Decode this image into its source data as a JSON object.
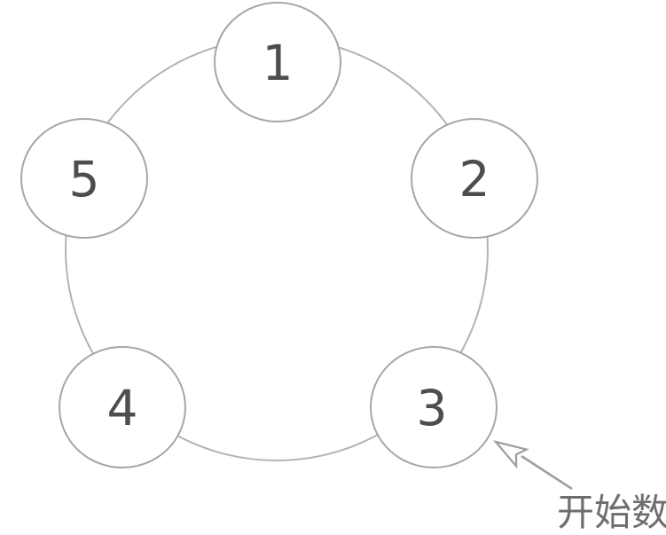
{
  "diagram": {
    "nodes": [
      {
        "label": "1"
      },
      {
        "label": "2"
      },
      {
        "label": "3"
      },
      {
        "label": "4"
      },
      {
        "label": "5"
      }
    ],
    "annotation": {
      "label": "开始数",
      "points_to_node": "3"
    },
    "colors": {
      "ring": "#b3b3b3",
      "node_border": "#a6a6a6",
      "node_fill": "#ffffff",
      "digit": "#4d4d4d",
      "arrow": "#9e9e9e",
      "label_text": "#6e6e6e",
      "background": "#ffffff"
    }
  }
}
